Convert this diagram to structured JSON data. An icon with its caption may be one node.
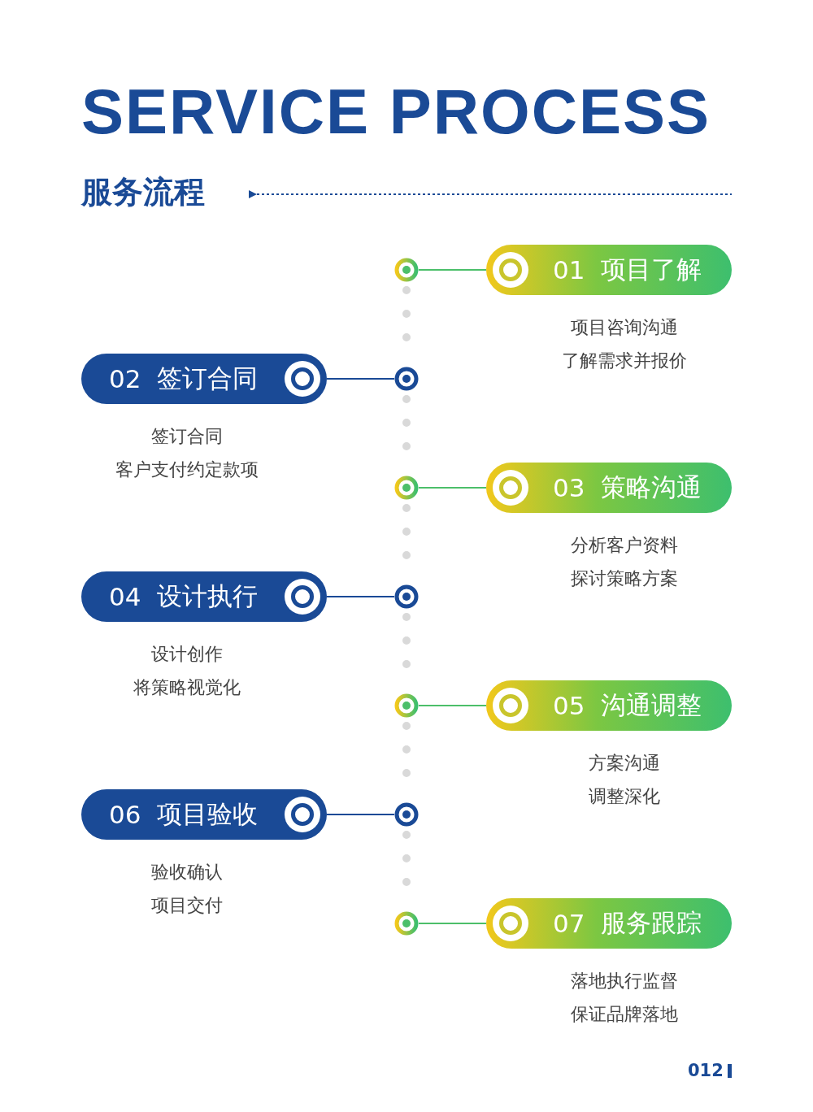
{
  "diagram": {
    "title": "SERVICE PROCESS",
    "nodes": [
      {
        "text": [
          "01",
          "项目了解"
        ],
        "beside": [
          "项目咨询沟通",
          "了解需求并报价"
        ]
      },
      {
        "text": [],
        "shape": "circle"
      },
      {
        "text": [
          "02",
          "签订合同"
        ],
        "beside": [
          "签订合同",
          "客户支付约定款项"
        ]
      },
      {
        "text": [],
        "shape": "circle"
      },
      {
        "text": [
          "03",
          "策略沟通"
        ],
        "beside": [
          "分析客户资料",
          "探讨策略方案"
        ]
      },
      {
        "text": [],
        "shape": "circle"
      },
      {
        "text": [
          "04",
          "设计执行"
        ],
        "beside": [
          "设计创作",
          "将策略视觉化"
        ]
      },
      {
        "text": [],
        "shape": "circle"
      },
      {
        "text": [
          "05",
          "沟通调整"
        ],
        "beside": [
          "方案沟通",
          "调整深化"
        ]
      },
      {
        "text": [],
        "shape": "circle"
      },
      {
        "text": [
          "06",
          "项目验收"
        ],
        "beside": [
          "验收确认",
          "项目交付"
        ]
      },
      {
        "text": [],
        "shape": "circle"
      },
      {
        "text": [
          "07",
          "服务跟踪"
        ],
        "beside": [
          "落地执行监督",
          "保证品牌落地"
        ]
      },
      {
        "text": [],
        "shape": "circle"
      }
    ],
    "edges": [
      {
        "from": 0,
        "to": 1,
        "arrow": "none",
        "color": "#4cbf6a"
      },
      {
        "from": 2,
        "to": 3,
        "arrow": "none",
        "color": "#1a4a96"
      },
      {
        "from": 4,
        "to": 5,
        "arrow": "none",
        "color": "#4cbf6a"
      },
      {
        "from": 6,
        "to": 7,
        "arrow": "none",
        "color": "#1a4a96"
      },
      {
        "from": 8,
        "to": 9,
        "arrow": "none",
        "color": "#4cbf6a"
      },
      {
        "from": 10,
        "to": 11,
        "arrow": "none",
        "color": "#1a4a96"
      },
      {
        "from": 12,
        "to": 13,
        "arrow": "none",
        "color": "#4cbf6a"
      },
      {
        "from": 1,
        "to": 3,
        "arrow": "none",
        "style": "dashed",
        "color": "#d9d9d9"
      },
      {
        "from": 3,
        "to": 5,
        "arrow": "none",
        "style": "dashed",
        "color": "#d9d9d9"
      },
      {
        "from": 5,
        "to": 7,
        "arrow": "none",
        "style": "dashed",
        "color": "#d9d9d9"
      },
      {
        "from": 7,
        "to": 9,
        "arrow": "none",
        "style": "dashed",
        "color": "#d9d9d9"
      },
      {
        "from": 9,
        "to": 11,
        "arrow": "none",
        "style": "dashed",
        "color": "#d9d9d9"
      },
      {
        "from": 11,
        "to": 13,
        "arrow": "none",
        "style": "dashed",
        "color": "#d9d9d9"
      }
    ],
    "labels": [
      "服务流程",
      "012"
    ]
  }
}
